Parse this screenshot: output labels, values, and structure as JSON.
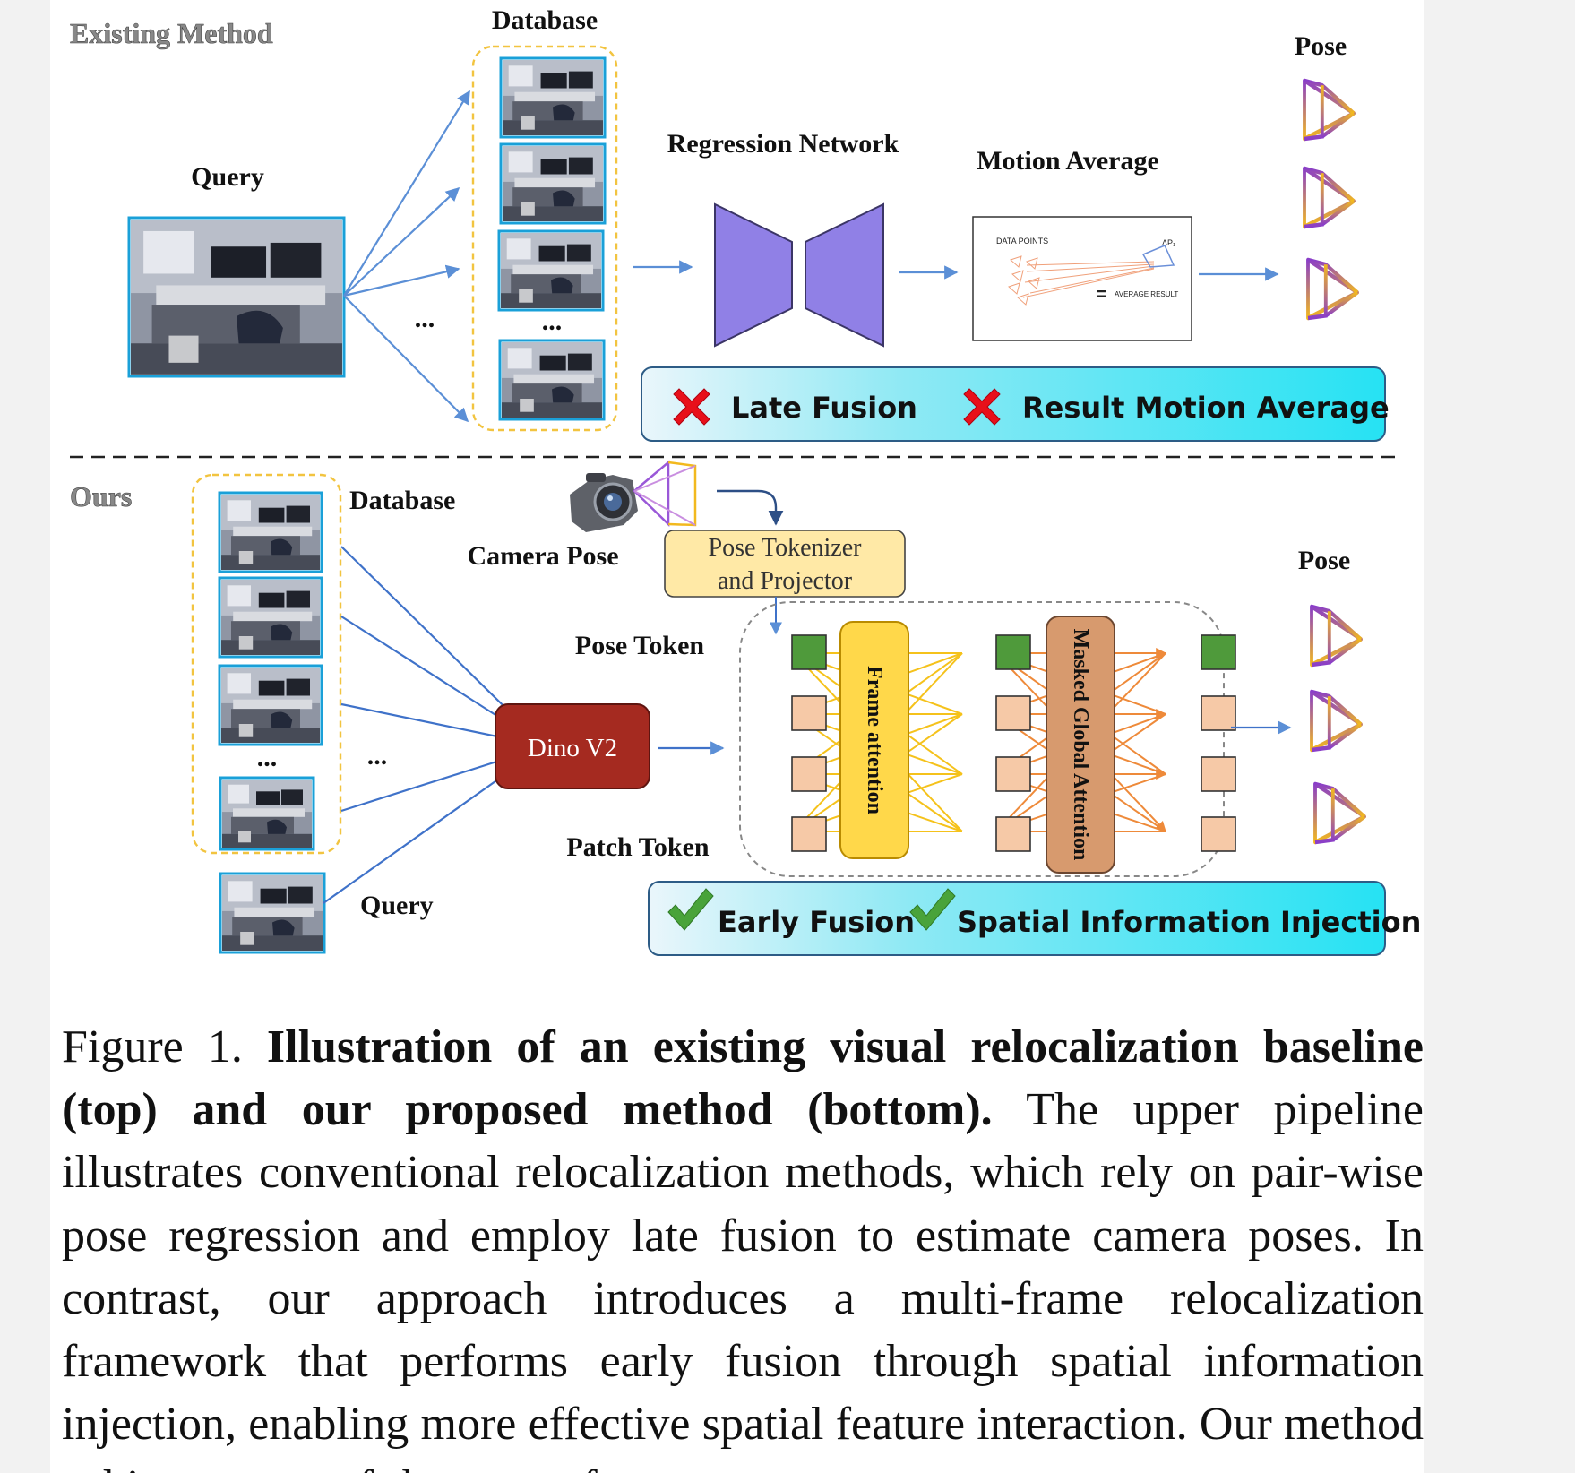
{
  "figure": {
    "top": {
      "section_label": "Existing Method",
      "database_label": "Database",
      "query_label": "Query",
      "regression_label": "Regression Network",
      "motion_average_label": "Motion Average",
      "pose_label": "Pose",
      "ellipsis_arrows": "...",
      "ellipsis_db": "...",
      "motion_panel": {
        "data_points": "DATA POINTS",
        "delta_label": "ΔP₁",
        "equals": "=",
        "average_result": "AVERAGE RESULT"
      },
      "banner": {
        "item1": "Late Fusion",
        "item2": "Result Motion Average"
      }
    },
    "bottom": {
      "section_label": "Ours",
      "database_label": "Database",
      "camera_pose_label": "Camera Pose",
      "tokenizer_label_line1": "Pose Tokenizer",
      "tokenizer_label_line2": "and Projector",
      "pose_token_label": "Pose Token",
      "patch_token_label": "Patch Token",
      "dino_label": "Dino V2",
      "frame_attention_label": "Frame attention",
      "global_attention_label": "Masked Global Attention",
      "query_label": "Query",
      "pose_label": "Pose",
      "ellipsis_arrows": "...",
      "ellipsis_db": "...",
      "banner": {
        "item1": "Early Fusion",
        "item2": "Spatial Information Injection"
      }
    },
    "colors": {
      "arrow_blue": "#5b8fd6",
      "db_border": "#f2c440",
      "thumb_border": "#1aa0d8",
      "regression": "#9080e6",
      "banner_cyan": "#2de4f4",
      "dino_red": "#a52a20",
      "token_green": "#4f9a3b",
      "token_peach": "#f6c9a7",
      "frame_attention": "#ffd84a",
      "global_attention": "#d79a6e",
      "pose_purple": "#8a3ec8",
      "pose_gold": "#f2b91e",
      "cross_red": "#e8101a",
      "check_green": "#49a33a"
    }
  },
  "caption": {
    "figure_label": "Figure 1.",
    "title": "Illustration of an existing visual relocalization baseline (top) and our proposed method (bottom).",
    "body": "The upper pipeline illustrates conventional relocalization methods, which rely on pair-wise pose regression and employ late fusion to estimate camera poses. In contrast, our approach introduces a multi-frame relocalization framework that performs early fusion through spatial information injection, enabling more effective spatial feature interaction. Our method achieves state-of-the-art performance"
  }
}
